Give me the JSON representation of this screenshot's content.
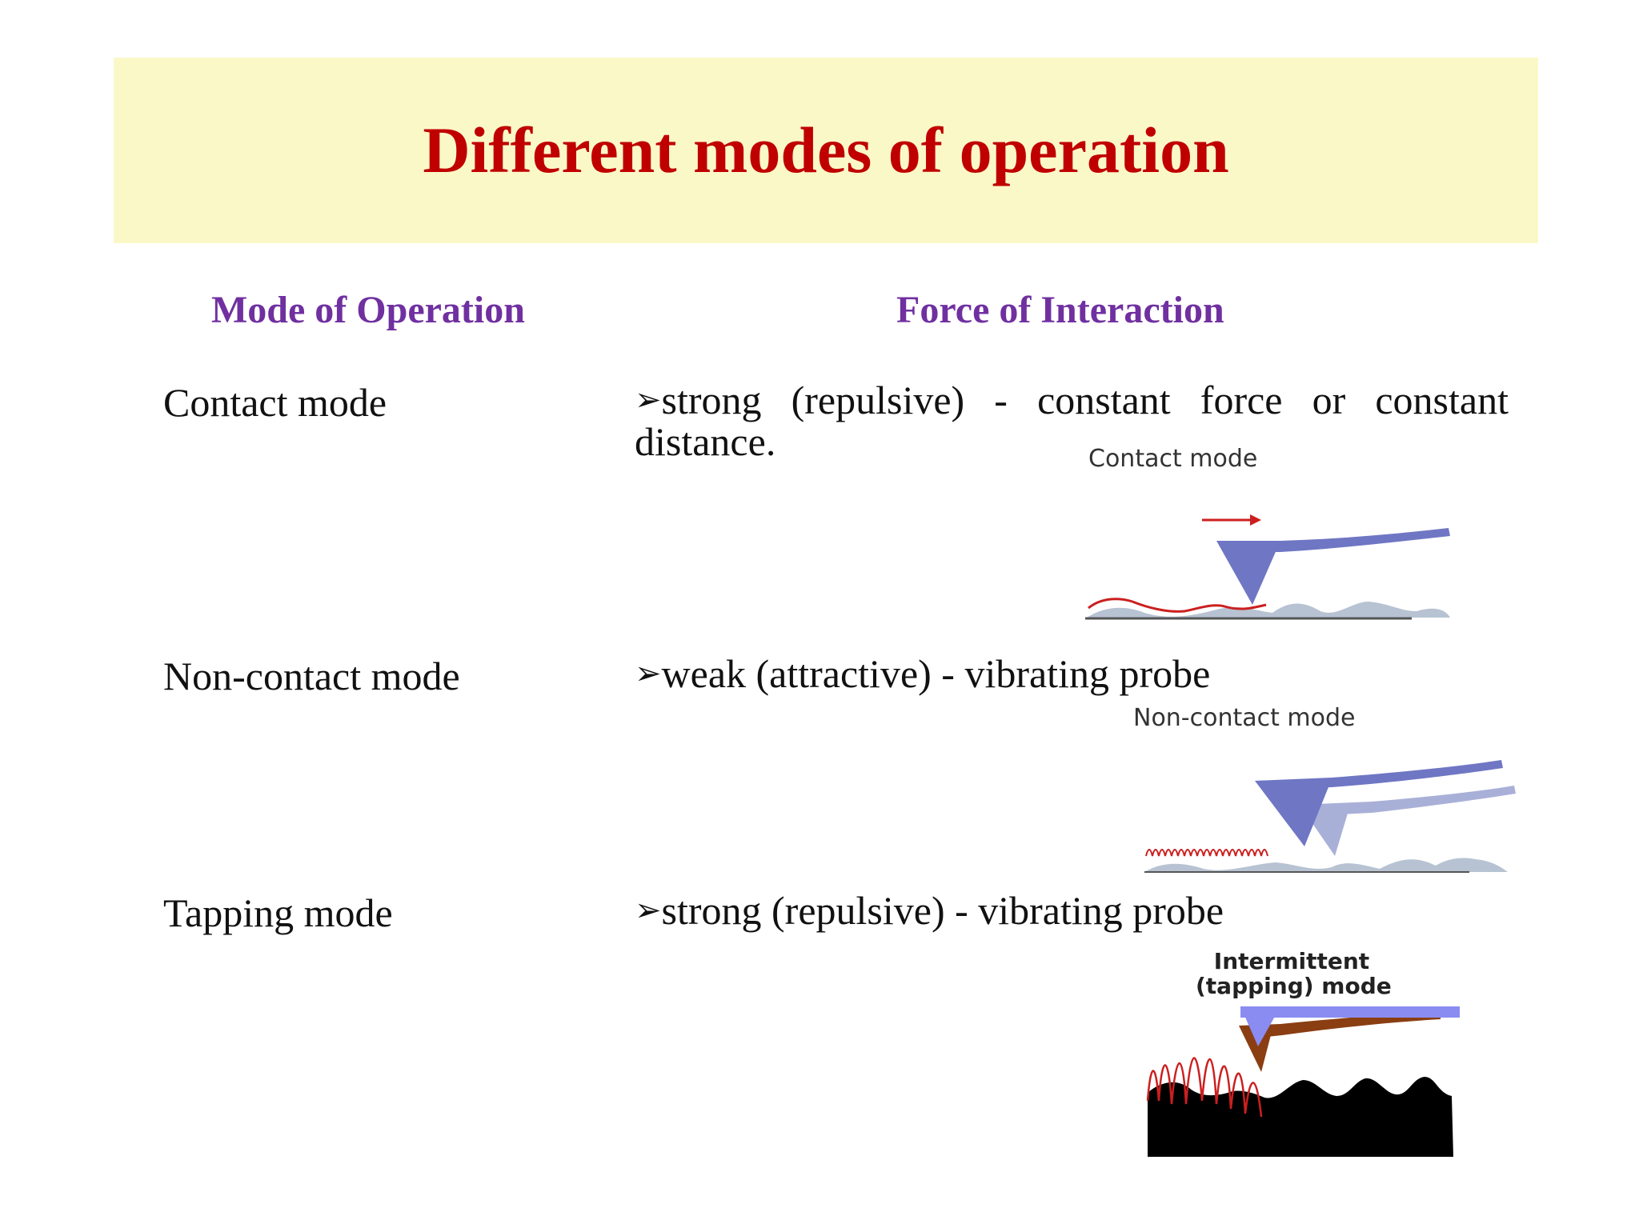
{
  "slide": {
    "title": "Different modes of operation"
  },
  "headers": {
    "mode": "Mode of Operation",
    "force": "Force of Interaction"
  },
  "rows": [
    {
      "mode": "Contact mode",
      "bullet": "➢",
      "force": "strong (repulsive) - constant force or constant distance.",
      "diagram_caption": "Contact mode"
    },
    {
      "mode": "Non-contact mode",
      "bullet": "➢",
      "force": "weak (attractive) - vibrating probe",
      "diagram_caption": "Non-contact mode"
    },
    {
      "mode": "Tapping mode",
      "bullet": "➢",
      "force": "strong (repulsive) - vibrating probe",
      "diagram_caption_line1": "Intermittent",
      "diagram_caption_line2": "(tapping) mode"
    }
  ],
  "colors": {
    "title": "#c00000",
    "header": "#7030a0",
    "title_band": "#fbf8c8",
    "cantilever": "#6f76c4",
    "surface": "#b7c3d2",
    "signal": "#cc1f1f"
  }
}
